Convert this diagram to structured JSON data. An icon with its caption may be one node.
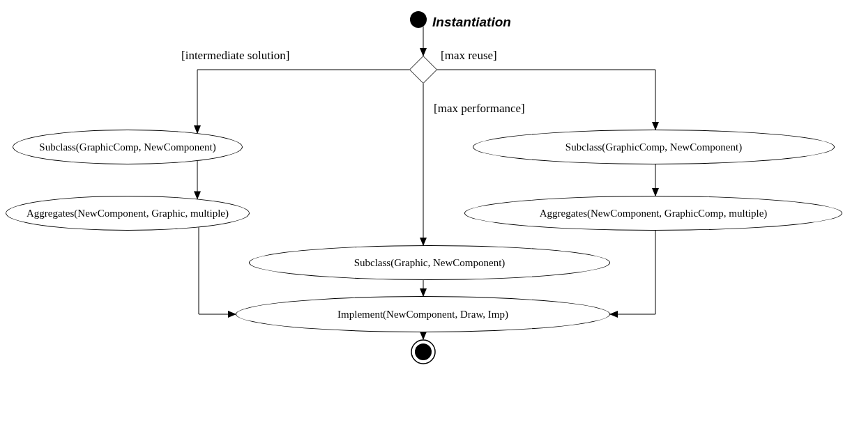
{
  "diagram": {
    "title": "Instantiation",
    "nodes": [
      {
        "text": [],
        "shape": "circle"
      },
      {
        "text": [],
        "shape": "diamond"
      },
      {
        "text": [
          "Subclass(GraphicComp, NewComponent)"
        ]
      },
      {
        "text": [
          "Aggregates(NewComponent, Graphic, multiple)"
        ]
      },
      {
        "text": [
          "Subclass(GraphicComp, NewComponent)"
        ]
      },
      {
        "text": [
          "Aggregates(NewComponent, GraphicComp, multiple)"
        ]
      },
      {
        "text": [
          "Subclass(Graphic, NewComponent)"
        ]
      },
      {
        "text": [
          "Implement(NewComponent, Draw, Imp)"
        ]
      },
      {
        "text": [],
        "shape": "circle"
      }
    ],
    "edges": [
      {
        "from": 0,
        "to": 1,
        "arrow": "to"
      },
      {
        "from": 1,
        "to": 2,
        "arrow": "to",
        "label": "[intermediate solution]"
      },
      {
        "from": 1,
        "to": 4,
        "arrow": "to",
        "label": "[max reuse]"
      },
      {
        "from": 1,
        "to": 6,
        "arrow": "to",
        "label": "[max performance]"
      },
      {
        "from": 2,
        "to": 3,
        "arrow": "to"
      },
      {
        "from": 4,
        "to": 5,
        "arrow": "to"
      },
      {
        "from": 3,
        "to": 7,
        "arrow": "to"
      },
      {
        "from": 5,
        "to": 7,
        "arrow": "to"
      },
      {
        "from": 6,
        "to": 7,
        "arrow": "to"
      },
      {
        "from": 7,
        "to": 8,
        "arrow": "to"
      }
    ]
  }
}
